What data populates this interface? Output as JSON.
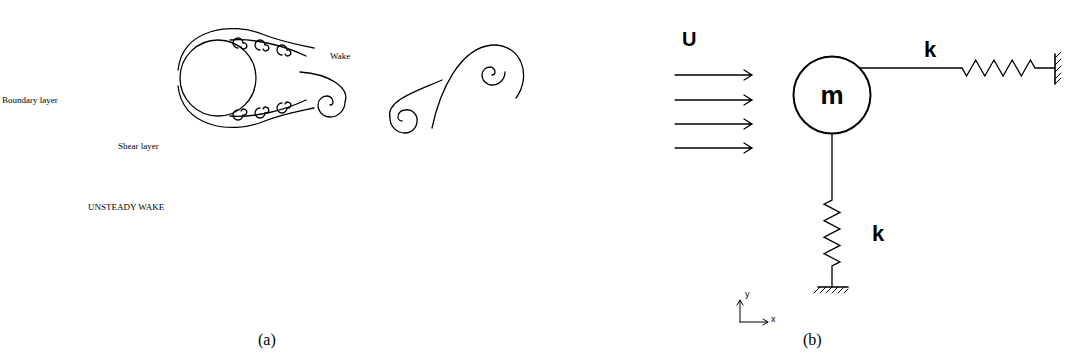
{
  "diagram": {
    "nodes": [
      {
        "text": [
          "m"
        ]
      }
    ],
    "labels": [
      "Boundary layer",
      "Shear layer",
      "Wake",
      "UNSTEADY WAKE",
      "(a)",
      "U",
      "k",
      "k",
      "y",
      "x",
      "(b)"
    ]
  }
}
